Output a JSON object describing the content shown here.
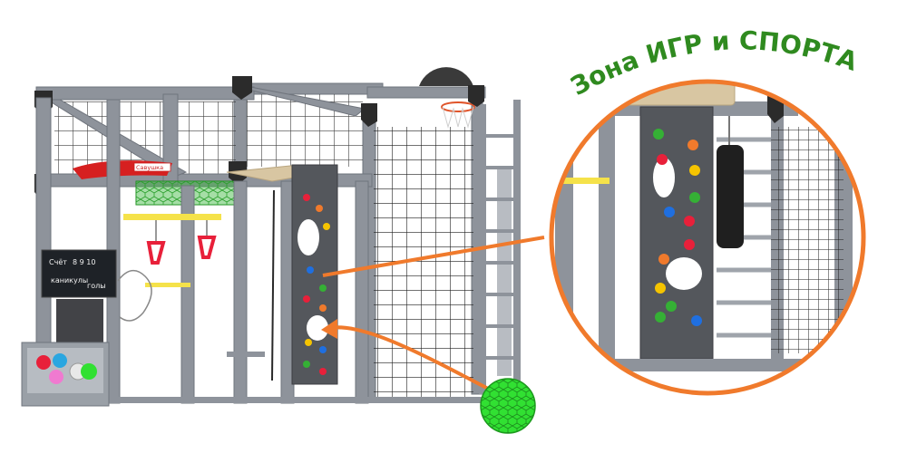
{
  "title": {
    "text": "Зона ИГР и СПОРТА",
    "color": "#2f8a1f"
  },
  "brand_sign": {
    "text": "Савушка"
  },
  "scoreboard": {
    "line1": "Счёт",
    "line2": "каникулы",
    "line3": "голы"
  },
  "colors": {
    "frame": "#8e939b",
    "frame_dark": "#6f747c",
    "wall": "#54575c",
    "accent": "#f07a2c",
    "ball": "#31e032",
    "bar": "#f5e24a",
    "rings": "#e8203a",
    "mattress": "#d8c6a2"
  },
  "icons": [
    "climbing-wall-icon",
    "ball-icon",
    "punching-bag-icon",
    "basketball-hoop-icon"
  ]
}
